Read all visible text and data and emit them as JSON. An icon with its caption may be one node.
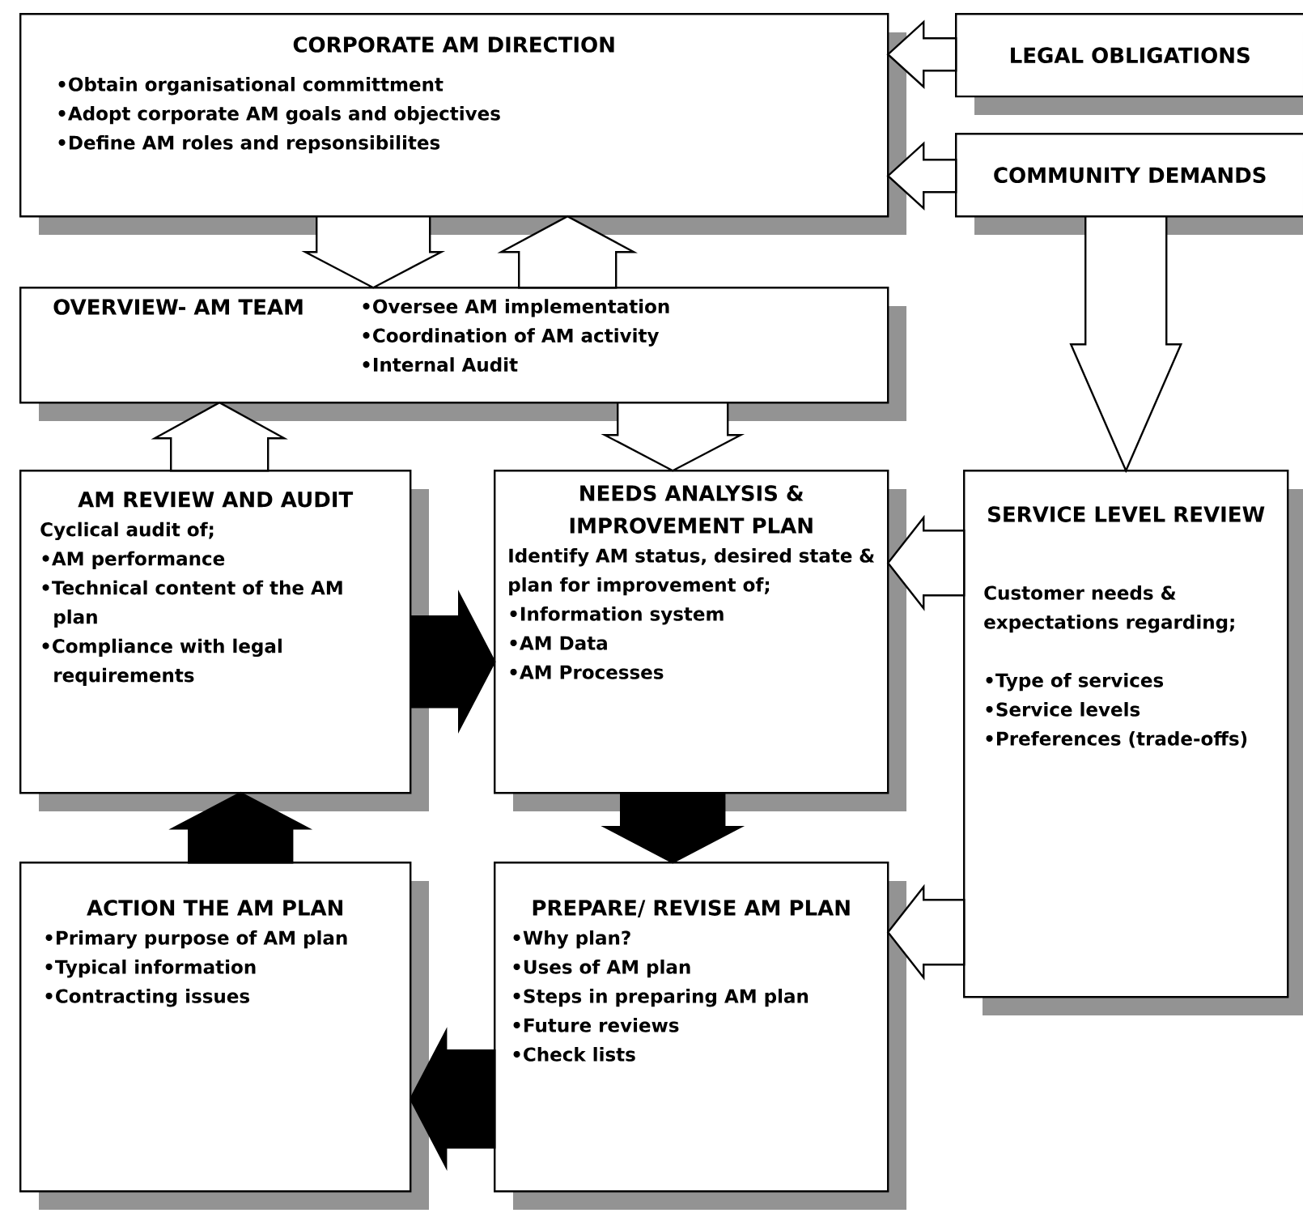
{
  "diagram": {
    "nodes": [
      {
        "text": [
          "CORPORATE AM DIRECTION",
          "•Obtain organisational committment",
          "•Adopt corporate AM goals and objectives",
          "•Define AM roles and repsonsibilites"
        ]
      },
      {
        "text": [
          "LEGAL OBLIGATIONS"
        ]
      },
      {
        "text": [
          "COMMUNITY DEMANDS"
        ]
      },
      {
        "text": [
          "OVERVIEW- AM TEAM",
          "•Oversee AM implementation",
          "•Coordination of AM activity",
          "•Internal Audit"
        ]
      },
      {
        "text": [
          "AM REVIEW AND AUDIT",
          "Cyclical audit of;",
          "•AM performance",
          "•Technical content of the AM plan",
          "•Compliance with legal requirements"
        ]
      },
      {
        "text": [
          "NEEDS ANALYSIS & IMPROVEMENT PLAN",
          "Identify AM status, desired state & plan for improvement of;",
          "•Information system",
          "•AM Data",
          "•AM Processes"
        ]
      },
      {
        "text": [
          "SERVICE LEVEL REVIEW",
          "Customer needs & expectations regarding;",
          "•Type of services",
          "•Service levels",
          "•Preferences (trade-offs)"
        ]
      },
      {
        "text": [
          "ACTION THE AM PLAN",
          "•Primary purpose of AM plan",
          "•Typical information",
          "•Contracting issues"
        ]
      },
      {
        "text": [
          "PREPARE/ REVISE AM PLAN",
          "•Why plan?",
          "•Uses of AM plan",
          "•Steps in preparing AM plan",
          "•Future reviews",
          "•Check lists"
        ]
      }
    ],
    "edges": [
      {
        "from": 1,
        "to": 0,
        "arrow": "to"
      },
      {
        "from": 2,
        "to": 0,
        "arrow": "to"
      },
      {
        "from": 0,
        "to": 3,
        "arrow": "to"
      },
      {
        "from": 3,
        "to": 0,
        "arrow": "to"
      },
      {
        "from": 2,
        "to": 6,
        "arrow": "to"
      },
      {
        "from": 4,
        "to": 3,
        "arrow": "to"
      },
      {
        "from": 3,
        "to": 5,
        "arrow": "to"
      },
      {
        "from": 6,
        "to": 5,
        "arrow": "to"
      },
      {
        "from": 6,
        "to": 8,
        "arrow": "to"
      },
      {
        "from": 4,
        "to": 5,
        "arrow": "to",
        "style": "thick"
      },
      {
        "from": 5,
        "to": 8,
        "arrow": "to",
        "style": "thick"
      },
      {
        "from": 8,
        "to": 7,
        "arrow": "to",
        "style": "thick"
      },
      {
        "from": 7,
        "to": 4,
        "arrow": "to",
        "style": "thick"
      }
    ]
  }
}
